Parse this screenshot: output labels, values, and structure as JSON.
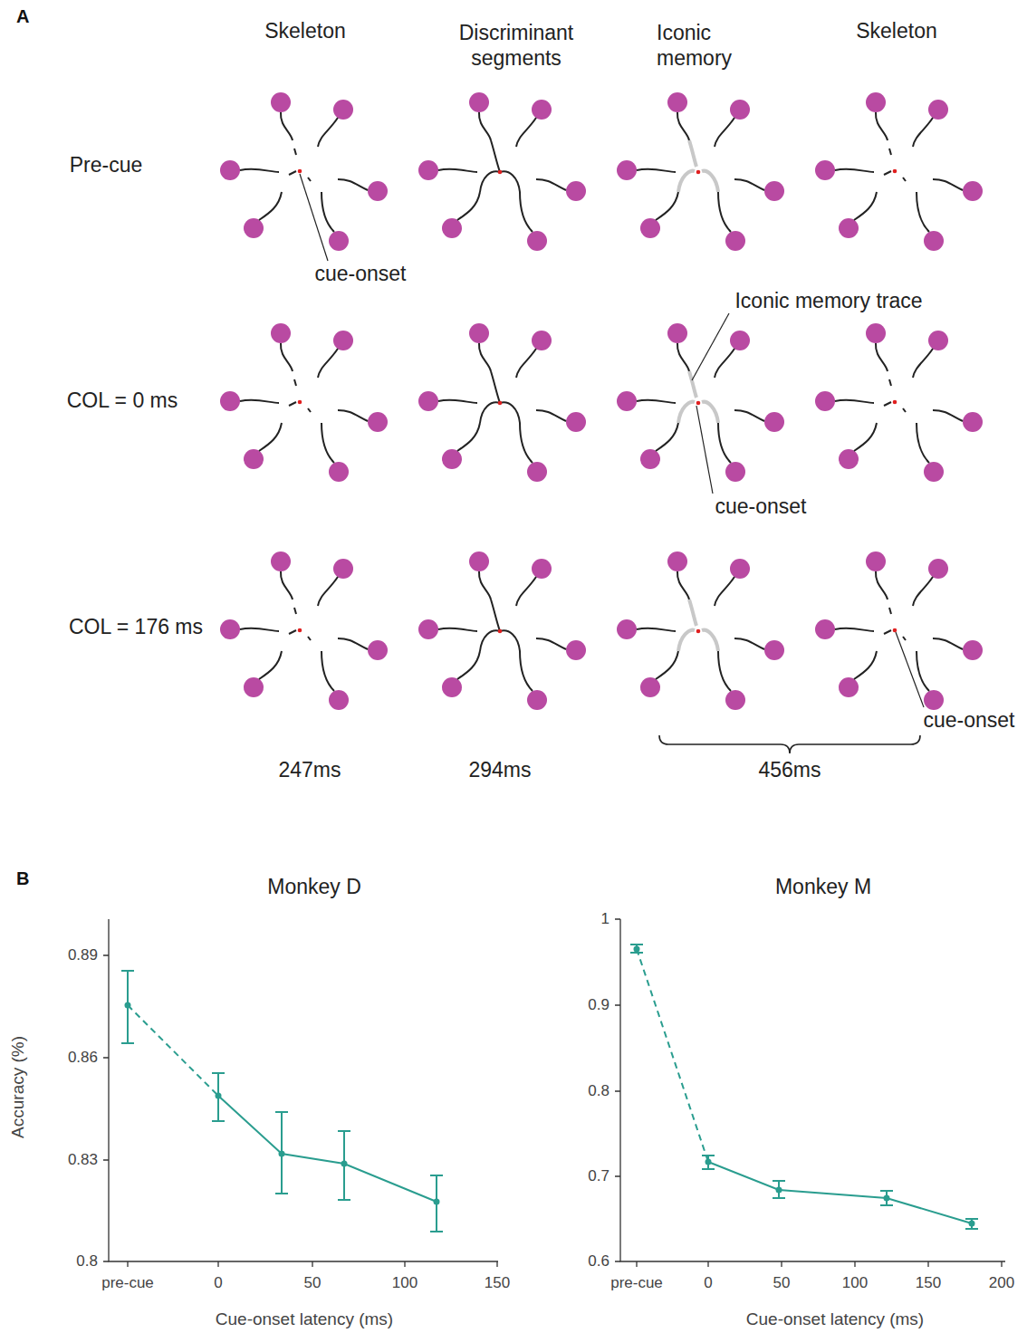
{
  "diagram": {
    "labels": [
      "A",
      "Skeleton",
      "Discriminant segments",
      "Iconic memory",
      "Skeleton",
      "Pre-cue",
      "cue-onset",
      "COL = 0 ms",
      "Iconic memory trace",
      "cue-onset",
      "COL = 176 ms",
      "cue-onset",
      "247ms",
      "294ms",
      "456ms",
      "B",
      "Monkey D",
      "Monkey M",
      "0.89",
      "0.86",
      "0.83",
      "0.8",
      "pre-cue",
      "0",
      "50",
      "100",
      "150",
      "Cue-onset latency (ms)",
      "Accuracy (%)",
      "1",
      "0.9",
      "0.8",
      "0.7",
      "0.6",
      "pre-cue",
      "0",
      "50",
      "100",
      "150",
      "200",
      "Cue-onset latency (ms)"
    ]
  }
}
